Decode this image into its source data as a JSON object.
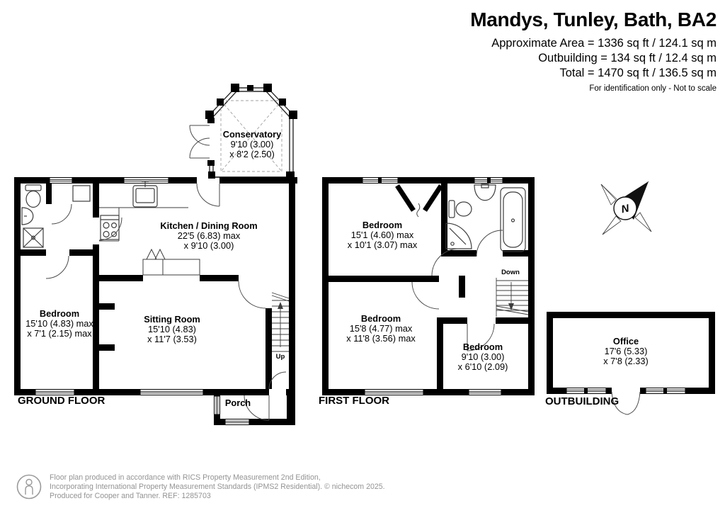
{
  "header": {
    "title": "Mandys, Tunley, Bath, BA2",
    "area_line1": "Approximate Area = 1336 sq ft / 124.1 sq m",
    "area_line2": "Outbuilding = 134 sq ft / 12.4 sq m",
    "area_line3": "Total = 1470 sq ft / 136.5 sq m",
    "disclaimer": "For identification only - Not to scale"
  },
  "rooms": {
    "conservatory": {
      "name": "Conservatory",
      "dim1": "9'10 (3.00)",
      "dim2": "x 8'2 (2.50)"
    },
    "kitchen_dining": {
      "name": "Kitchen / Dining Room",
      "dim1": "22'5 (6.83) max",
      "dim2": "x 9'10 (3.00)"
    },
    "gf_bedroom": {
      "name": "Bedroom",
      "dim1": "15'10 (4.83) max",
      "dim2": "x 7'1 (2.15) max"
    },
    "sitting_room": {
      "name": "Sitting Room",
      "dim1": "15'10 (4.83)",
      "dim2": "x 11'7 (3.53)"
    },
    "porch": {
      "name": "Porch"
    },
    "ff_bedroom_1": {
      "name": "Bedroom",
      "dim1": "15'1 (4.60) max",
      "dim2": "x 10'1 (3.07) max"
    },
    "ff_bedroom_2": {
      "name": "Bedroom",
      "dim1": "15'8 (4.77) max",
      "dim2": "x 11'8 (3.56) max"
    },
    "ff_bedroom_3": {
      "name": "Bedroom",
      "dim1": "9'10 (3.00)",
      "dim2": "x 6'10 (2.09)"
    },
    "office": {
      "name": "Office",
      "dim1": "17'6 (5.33)",
      "dim2": "x 7'8 (2.33)"
    }
  },
  "floor_labels": {
    "ground": "GROUND FLOOR",
    "first": "FIRST FLOOR",
    "outbuilding": "OUTBUILDING"
  },
  "stairs": {
    "up": "Up",
    "down": "Down"
  },
  "compass": {
    "north": "N"
  },
  "footer": {
    "line1": "Floor plan produced in accordance with RICS Property Measurement 2nd Edition,",
    "line2": "Incorporating International Property Measurement Standards (IPMS2 Residential).  © nichecom 2025.",
    "line3": "Produced for Cooper and Tanner.   REF: 1285703"
  },
  "colors": {
    "wall": "#000000",
    "line": "#3d3d3d",
    "dashed": "#a0a0a0",
    "footer_text": "#939393"
  }
}
